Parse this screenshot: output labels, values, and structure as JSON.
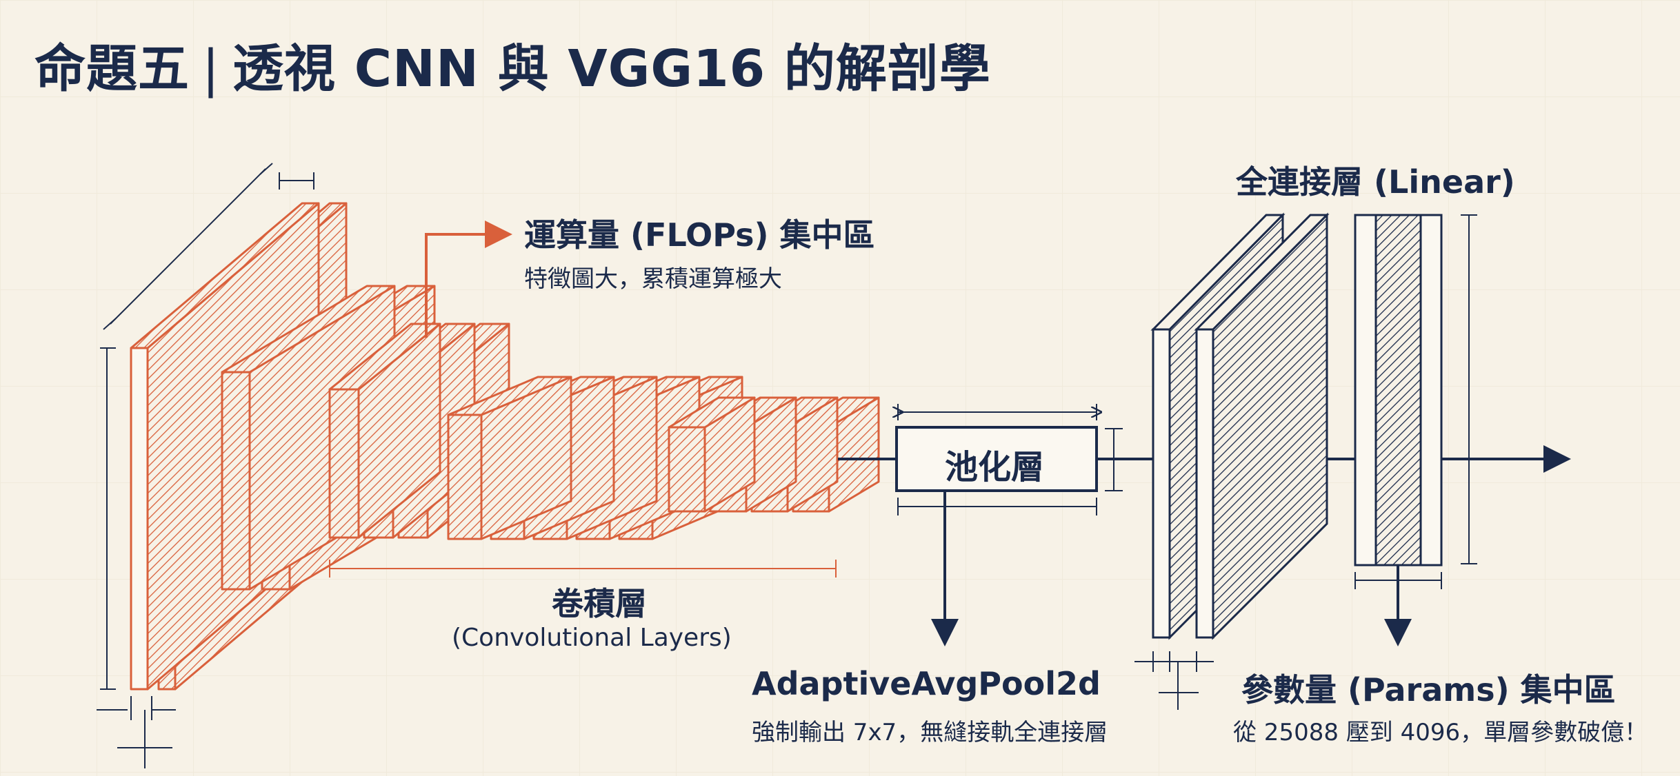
{
  "title": {
    "part1": "命題五",
    "separator": "|",
    "part2": "透視 CNN 與 VGG16 的解剖學"
  },
  "annotations": {
    "flops_title": "運算量 (FLOPs) 集中區",
    "flops_sub": "特徵圖大，累積運算極大",
    "conv_title": "卷積層",
    "conv_sub": "(Convolutional Layers)",
    "pool_box": "池化層",
    "pool_name": "AdaptiveAvgPool2d",
    "pool_desc": "強制輸出 7x7，無縫接軌全連接層",
    "linear_title": "全連接層 (Linear)",
    "params_title": "參數量 (Params) 集中區",
    "params_desc": "從 25088 壓到 4096，單層參數破億！"
  },
  "colors": {
    "conv": "#d9603b",
    "fc": "#1b2a4a",
    "background": "#f7f2e7"
  }
}
